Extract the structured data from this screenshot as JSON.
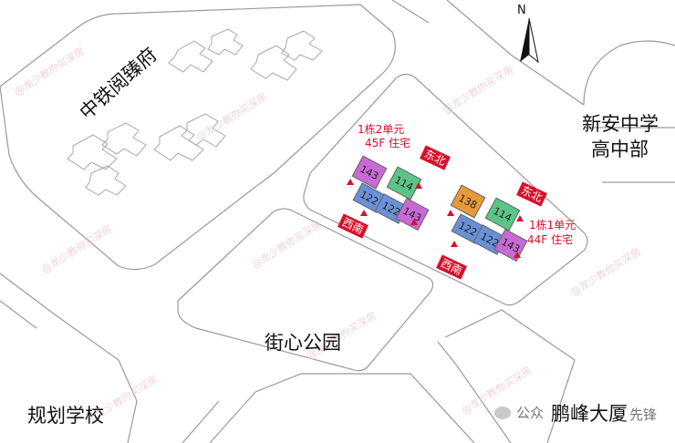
{
  "labels": {
    "zhongtie": "中铁阅臻府",
    "xinan_1": "新安中学",
    "xinan_2": "高中部",
    "park": "街心公园",
    "school": "规划学校",
    "pengfeng": "鹏峰大厦",
    "north": "N"
  },
  "building_a": {
    "caption_1": "1栋2单元",
    "caption_2": "45F  住宅",
    "tag_ne": "东北",
    "tag_sw": "西南",
    "units": [
      "143",
      "114",
      "122",
      "122",
      "143"
    ]
  },
  "building_b": {
    "caption_1": "1栋1单元",
    "caption_2": "44F  住宅",
    "tag_ne": "东北",
    "tag_sw": "西南",
    "units": [
      "138",
      "114",
      "122",
      "122",
      "143"
    ]
  },
  "watermark": "@龙少教你买深房",
  "footer": {
    "prefix": "公众",
    "suffix": "先锋"
  },
  "colors": {
    "red": "#d8102a",
    "unit_143": "#c86ad6",
    "unit_114": "#5cc487",
    "unit_122": "#6a90d8",
    "unit_138": "#e59a3c"
  }
}
